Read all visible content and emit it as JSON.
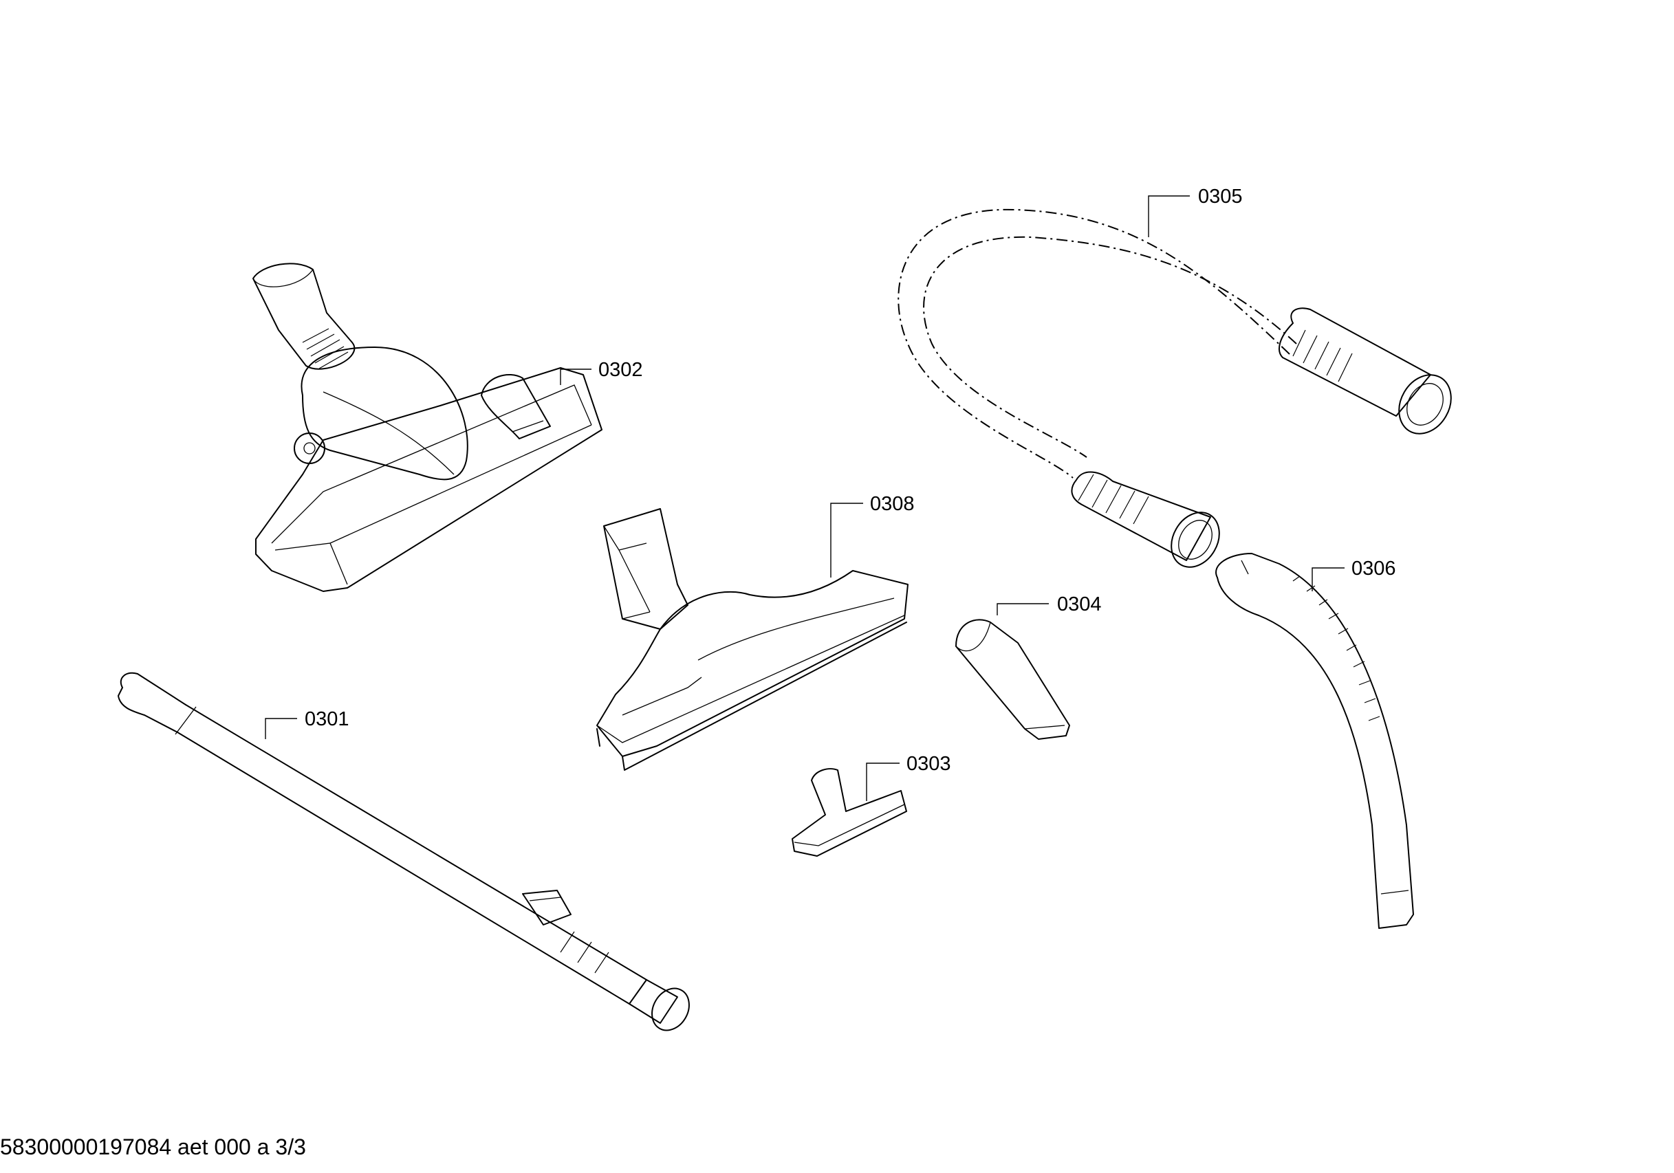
{
  "parts": [
    {
      "id": "0301"
    },
    {
      "id": "0302"
    },
    {
      "id": "0303"
    },
    {
      "id": "0304"
    },
    {
      "id": "0305"
    },
    {
      "id": "0306"
    },
    {
      "id": "0308"
    }
  ],
  "footer": {
    "text": "58300000197084 aet 000 a 3/3"
  }
}
